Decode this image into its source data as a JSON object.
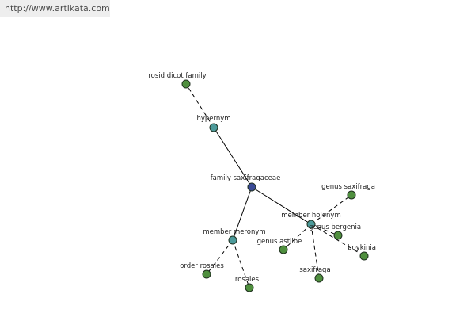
{
  "watermark": "http://www.artikata.com",
  "colors": {
    "center": "#3a4a96",
    "relation": "#4c9a9a",
    "leaf": "#4f8f3e",
    "stroke": "#1f2f1f"
  },
  "graph": {
    "nodes": [
      {
        "id": "family-saxifragaceae",
        "label": "family saxifragaceae",
        "kind": "center"
      },
      {
        "id": "hypernym",
        "label": "hypernym",
        "kind": "relation"
      },
      {
        "id": "member-holonym",
        "label": "member holonym",
        "kind": "relation"
      },
      {
        "id": "member-meronym",
        "label": "member meronym",
        "kind": "relation"
      },
      {
        "id": "rosid-dicot-family",
        "label": "rosid dicot family",
        "kind": "leaf"
      },
      {
        "id": "genus-saxifraga",
        "label": "genus saxifraga",
        "kind": "leaf"
      },
      {
        "id": "genus-bergenia",
        "label": "genus bergenia",
        "kind": "leaf"
      },
      {
        "id": "boykinia",
        "label": "boykinia",
        "kind": "leaf"
      },
      {
        "id": "saxifraga",
        "label": "saxifraga",
        "kind": "leaf"
      },
      {
        "id": "genus-astilbe",
        "label": "genus astilbe",
        "kind": "leaf"
      },
      {
        "id": "order-rosales",
        "label": "order rosales",
        "kind": "leaf"
      },
      {
        "id": "rosales",
        "label": "rosales",
        "kind": "leaf"
      }
    ],
    "edges": [
      {
        "from": "family-saxifragaceae",
        "to": "hypernym",
        "style": "solid"
      },
      {
        "from": "family-saxifragaceae",
        "to": "member-holonym",
        "style": "solid"
      },
      {
        "from": "family-saxifragaceae",
        "to": "member-meronym",
        "style": "solid"
      },
      {
        "from": "hypernym",
        "to": "rosid-dicot-family",
        "style": "dashed"
      },
      {
        "from": "member-holonym",
        "to": "genus-saxifraga",
        "style": "dashed"
      },
      {
        "from": "member-holonym",
        "to": "genus-bergenia",
        "style": "dashed"
      },
      {
        "from": "member-holonym",
        "to": "boykinia",
        "style": "dashed"
      },
      {
        "from": "member-holonym",
        "to": "saxifraga",
        "style": "dashed"
      },
      {
        "from": "member-holonym",
        "to": "genus-astilbe",
        "style": "dashed"
      },
      {
        "from": "member-meronym",
        "to": "order-rosales",
        "style": "dashed"
      },
      {
        "from": "member-meronym",
        "to": "rosales",
        "style": "dashed"
      }
    ]
  }
}
